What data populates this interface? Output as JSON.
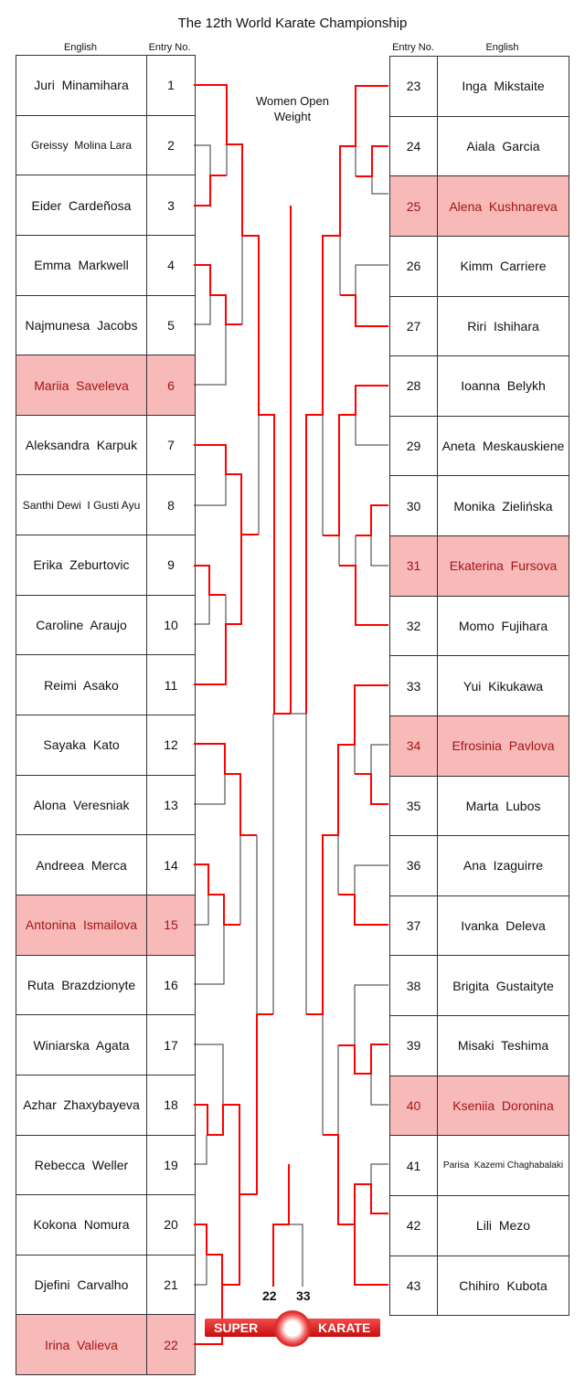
{
  "title": "The 12th World Karate Championship",
  "event": {
    "line1": "Women Open",
    "line2": "Weight"
  },
  "headers": {
    "english": "English",
    "entry": "Entry No."
  },
  "left": [
    {
      "name": "Juri  Minamihara",
      "no": "1"
    },
    {
      "name": "Greissy  Molina Lara",
      "no": "2"
    },
    {
      "name": "Eider  Cardeñosa",
      "no": "3"
    },
    {
      "name": "Emma  Markwell",
      "no": "4"
    },
    {
      "name": "Najmunesa  Jacobs",
      "no": "5"
    },
    {
      "name": "Mariia  Saveleva",
      "no": "6",
      "highlight": true
    },
    {
      "name": "Aleksandra  Karpuk",
      "no": "7"
    },
    {
      "name": "Santhi Dewi  I Gusti Ayu",
      "no": "8"
    },
    {
      "name": "Erika  Zeburtovic",
      "no": "9"
    },
    {
      "name": "Caroline  Araujo",
      "no": "10"
    },
    {
      "name": "Reimi  Asako",
      "no": "11"
    },
    {
      "name": "Sayaka  Kato",
      "no": "12"
    },
    {
      "name": "Alona  Veresniak",
      "no": "13"
    },
    {
      "name": "Andreea  Merca",
      "no": "14"
    },
    {
      "name": "Antonina  Ismailova",
      "no": "15",
      "highlight": true
    },
    {
      "name": "Ruta  Brazdzionyte",
      "no": "16"
    },
    {
      "name": "Winiarska  Agata",
      "no": "17"
    },
    {
      "name": "Azhar  Zhaxybayeva",
      "no": "18"
    },
    {
      "name": "Rebecca  Weller",
      "no": "19"
    },
    {
      "name": "Kokona  Nomura",
      "no": "20"
    },
    {
      "name": "Djefini  Carvalho",
      "no": "21"
    },
    {
      "name": "Irina  Valieva",
      "no": "22",
      "highlight": true
    }
  ],
  "right": [
    {
      "name": "Inga  Mikstaite",
      "no": "23"
    },
    {
      "name": "Aiala  Garcia",
      "no": "24"
    },
    {
      "name": "Alena  Kushnareva",
      "no": "25",
      "highlight": true
    },
    {
      "name": "Kimm  Carriere",
      "no": "26"
    },
    {
      "name": "Riri  Ishihara",
      "no": "27"
    },
    {
      "name": "Ioanna  Belykh",
      "no": "28"
    },
    {
      "name": "Aneta  Meskauskiene",
      "no": "29"
    },
    {
      "name": "Monika  Zielińska",
      "no": "30"
    },
    {
      "name": "Ekaterina  Fursova",
      "no": "31",
      "highlight": true
    },
    {
      "name": "Momo  Fujihara",
      "no": "32"
    },
    {
      "name": "Yui  Kikukawa",
      "no": "33"
    },
    {
      "name": "Efrosinia  Pavlova",
      "no": "34",
      "highlight": true
    },
    {
      "name": "Marta  Lubos",
      "no": "35"
    },
    {
      "name": "Ana  Izaguirre",
      "no": "36"
    },
    {
      "name": "Ivanka  Deleva",
      "no": "37"
    },
    {
      "name": "Brigita  Gustaityte",
      "no": "38"
    },
    {
      "name": "Misaki  Teshima",
      "no": "39"
    },
    {
      "name": "Kseniia  Doronina",
      "no": "40",
      "highlight": true
    },
    {
      "name": "Parisa  Kazemi Chaghabalaki",
      "no": "41"
    },
    {
      "name": "Lili  Mezo",
      "no": "42"
    },
    {
      "name": "Chihiro  Kubota",
      "no": "43"
    }
  ],
  "final": {
    "left": "22",
    "right": "33"
  },
  "logo": {
    "left": "SUPER",
    "right": "KARATE"
  },
  "colors": {
    "winner_line": "#ff0000",
    "line": "#333333",
    "highlight": "#f8b9b9"
  }
}
